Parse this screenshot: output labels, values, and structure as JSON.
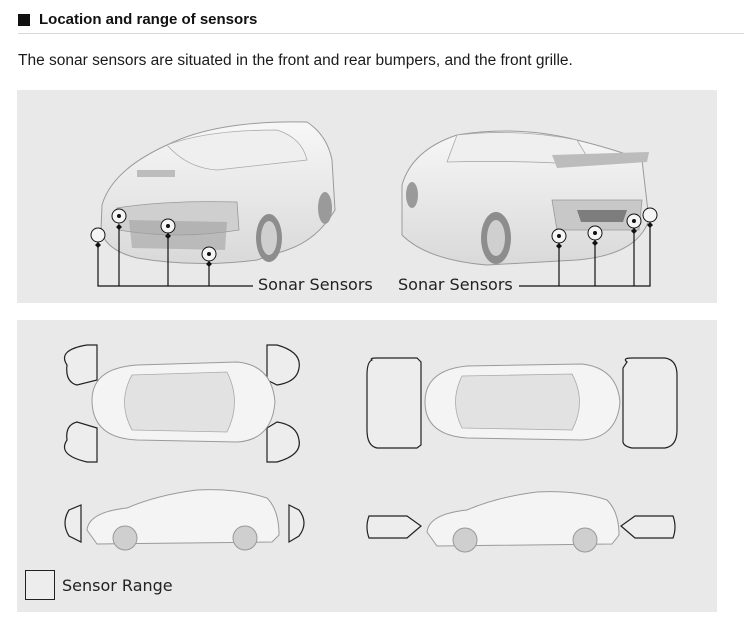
{
  "section": {
    "title": "Location and range of sensors"
  },
  "intro": {
    "text": "The sonar sensors are situated in the front and rear bumpers, and the front grille."
  },
  "top_panel": {
    "left_label": "Sonar Sensors",
    "right_label": "Sonar Sensors"
  },
  "legend": {
    "label": "Sensor Range"
  }
}
